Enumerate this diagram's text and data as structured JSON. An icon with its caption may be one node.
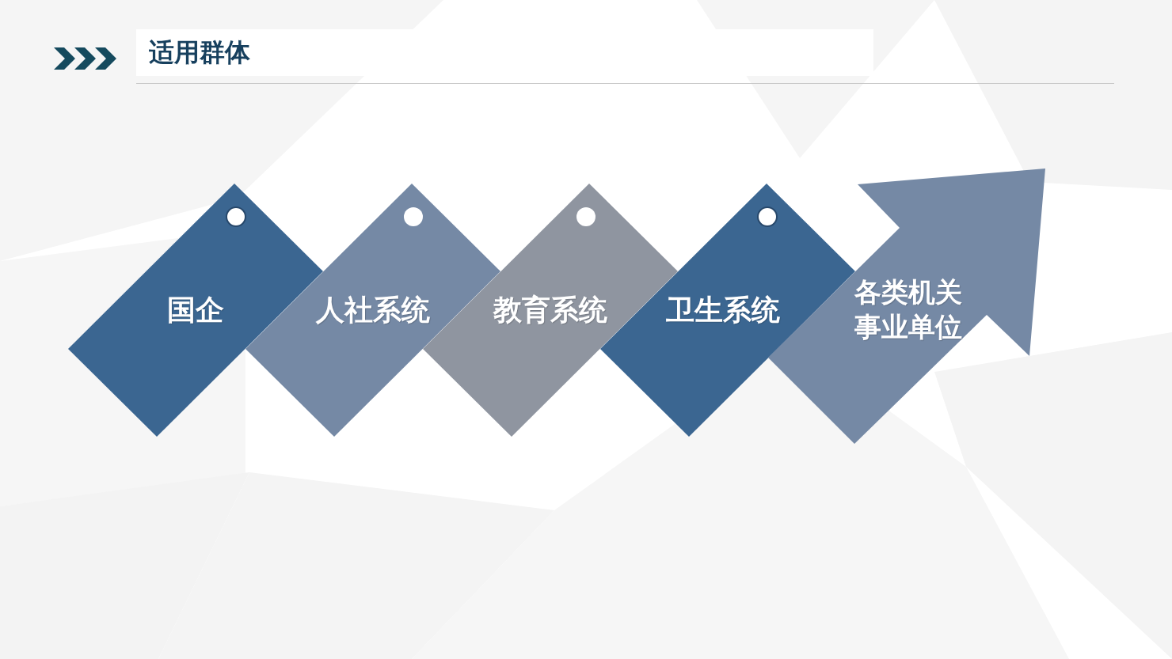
{
  "diagram": {
    "title": "适用群体",
    "nodes": [
      {
        "text": [
          "国企"
        ]
      },
      {
        "text": [
          "人社系统"
        ]
      },
      {
        "text": [
          "教育系统"
        ]
      },
      {
        "text": [
          "卫生系统"
        ]
      },
      {
        "text": [
          "各类机关事业单位"
        ]
      }
    ]
  }
}
